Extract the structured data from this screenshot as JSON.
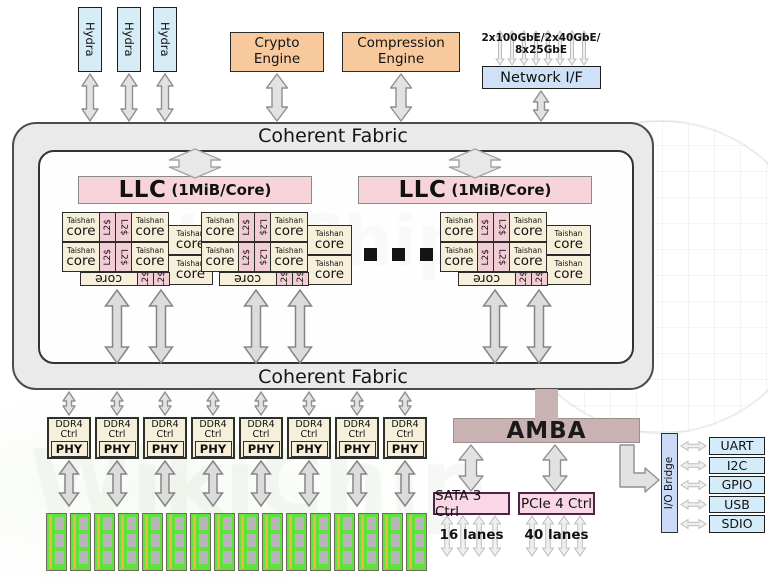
{
  "watermark": "WikiChip",
  "accelerators": {
    "hydra_units": [
      "Hydra",
      "Hydra",
      "Hydra"
    ],
    "crypto_engine": "Crypto Engine",
    "compression_engine": "Compression Engine"
  },
  "network": {
    "speeds": [
      "2x100GbE/2x40GbE/",
      "8x25GbE"
    ],
    "interface_label": "Network I/F"
  },
  "fabric": {
    "top_label": "Coherent Fabric",
    "bottom_label": "Coherent Fabric"
  },
  "llc": {
    "name": "LLC",
    "capacity": "(1MiB/Core)"
  },
  "core_cluster": {
    "core_name": "Taishan",
    "core_word": "core",
    "l2_label": "L2$",
    "visible_groups": 3
  },
  "memory": {
    "controller": [
      "DDR4",
      "Ctrl"
    ],
    "phy": "PHY",
    "channel_count": 8,
    "dimm_count": 16
  },
  "amba": {
    "label": "AMBA"
  },
  "expansion": {
    "sata_controller": "SATA 3 Ctrl",
    "sata_lanes": "16 lanes",
    "pcie_controller": "PCIe 4 Ctrl",
    "pcie_lanes": "40 lanes"
  },
  "io": {
    "bridge_label": "I/O Bridge",
    "peripherals": [
      "UART",
      "I2C",
      "GPIO",
      "USB",
      "SDIO"
    ]
  },
  "colors": {
    "hydra": "#d7edf6",
    "engine": "#f9c99e",
    "network_if": "#cfe1f6",
    "fabric": "#eaeaea",
    "fabric_inner": "#fefefe",
    "llc": "#f6d4d9",
    "core": "#f6f0da",
    "l2": "#f3cdd5",
    "ddr": "#f6f0da",
    "amba": "#c8b2b2",
    "ctrl_pink": "#f9d7e7",
    "io_bridge": "#ccdaf7",
    "peripheral": "#d4ecf9",
    "dimm_green": "#5fe23c",
    "dimm_gold": "#e3bc3f",
    "dimm_chip": "#b6b6b6",
    "arrow": "#e2e2e2"
  }
}
